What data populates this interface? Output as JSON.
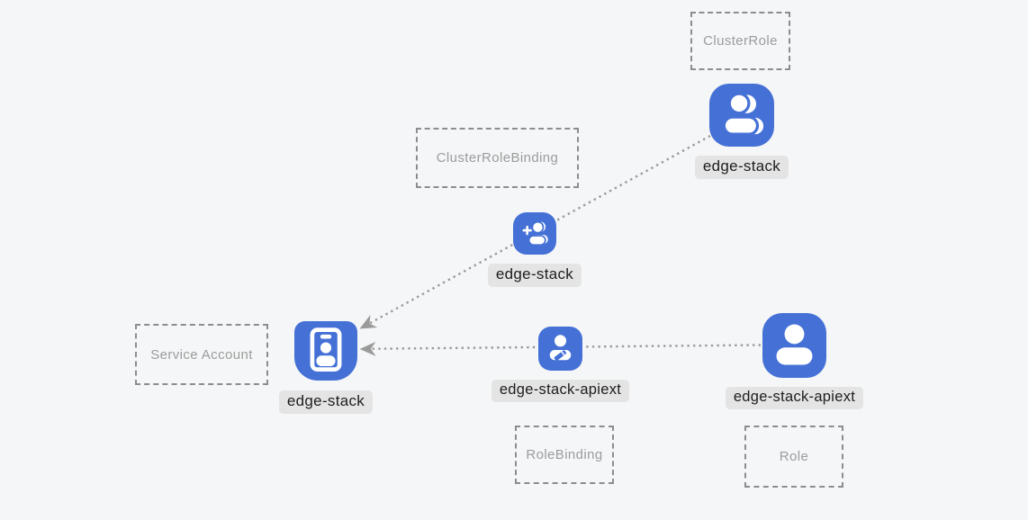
{
  "colors": {
    "bg": "#f5f6f7",
    "accent": "#4571d6",
    "line": "#9a9a9a",
    "chip_bg": "#e4e4e4",
    "chip_text": "#1d1d1d",
    "box_border": "#8d8d8d",
    "box_text": "#9c9c9c"
  },
  "boxes": {
    "cluster_role": {
      "label": "ClusterRole"
    },
    "cluster_role_binding": {
      "label": "ClusterRoleBinding"
    },
    "service_account": {
      "label": "Service Account"
    },
    "role_binding": {
      "label": "RoleBinding"
    },
    "role": {
      "label": "Role"
    }
  },
  "nodes": {
    "cluster_role": {
      "name": "edge-stack",
      "icon": "users-icon"
    },
    "cluster_role_binding": {
      "name": "edge-stack",
      "icon": "user-add-icon"
    },
    "service_account": {
      "name": "edge-stack",
      "icon": "id-badge-icon"
    },
    "role_binding": {
      "name": "edge-stack-apiext",
      "icon": "user-edit-icon"
    },
    "role": {
      "name": "edge-stack-apiext",
      "icon": "user-icon"
    }
  }
}
